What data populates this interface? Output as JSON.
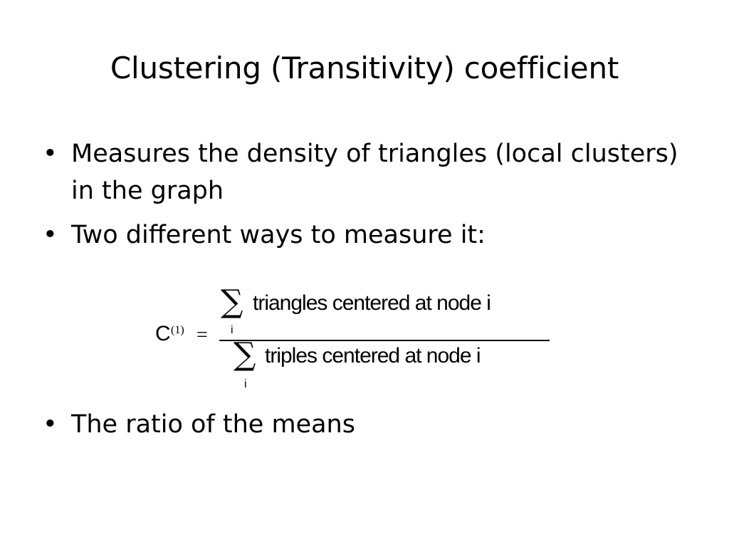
{
  "slide": {
    "title": "Clustering (Transitivity) coefficient",
    "bullet_symbol": "•",
    "bullets": [
      "Measures the density of triangles (local clusters) in the graph",
      "Two different ways to measure it:"
    ],
    "formula": {
      "lhs": "C",
      "superscript": "(1)",
      "equals": "=",
      "sigma": "∑",
      "index": "i",
      "numerator": "triangles centered at node i",
      "denominator": "triples centered at node i"
    },
    "final_bullet": "The ratio of the means"
  }
}
